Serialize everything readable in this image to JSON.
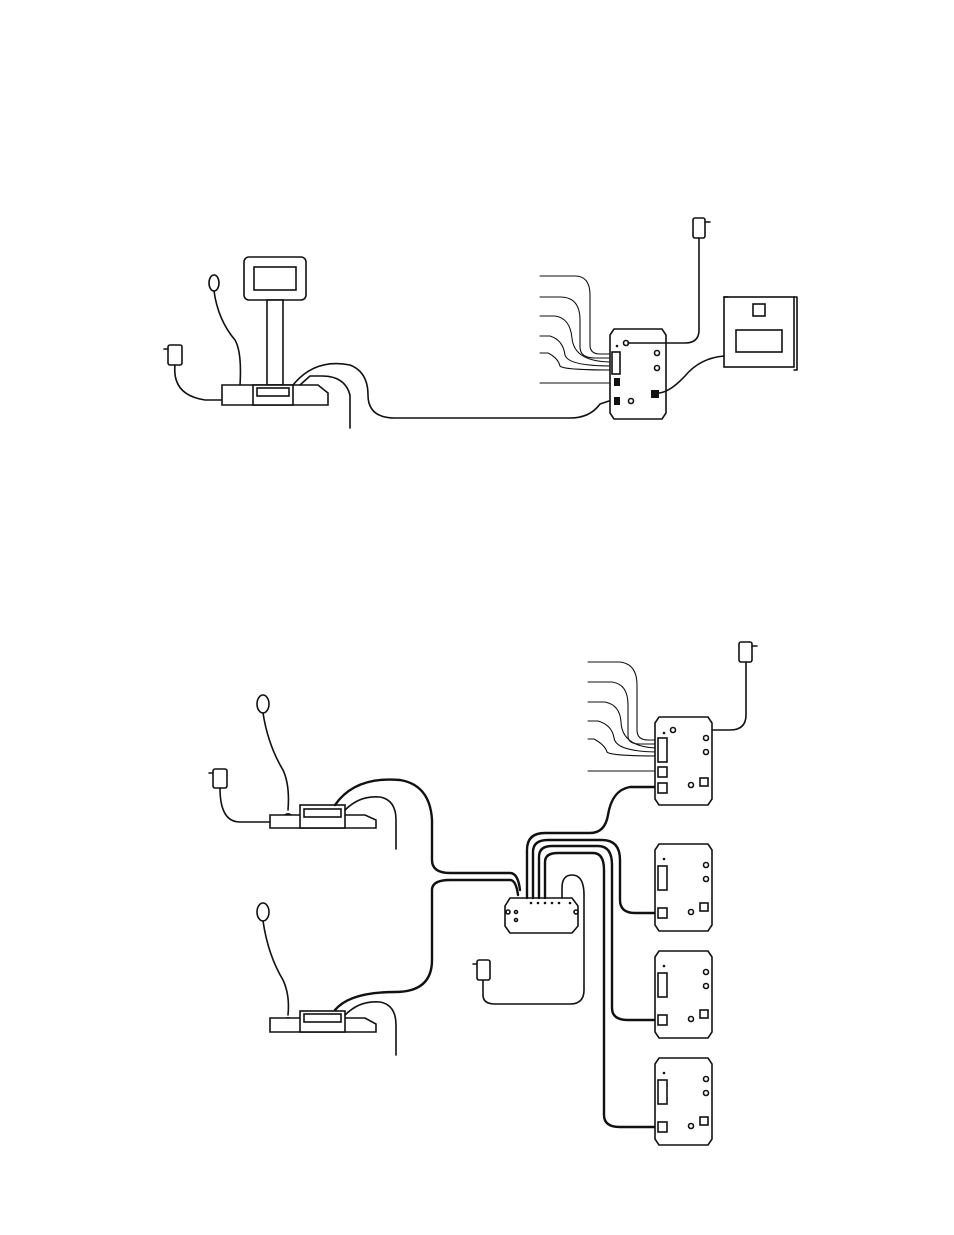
{
  "figures": [
    {
      "id": "single-station-system",
      "components": [
        "desktop-microphone",
        "stand-monitor",
        "power-adapter",
        "control-module",
        "power-adapter",
        "wall-panel"
      ]
    },
    {
      "id": "dual-station-system",
      "components": [
        "desktop-microphone",
        "desktop-microphone",
        "power-adapter",
        "power-adapter",
        "junction-box",
        "control-module",
        "control-module",
        "control-module",
        "control-module",
        "power-adapter"
      ]
    }
  ],
  "colors": {
    "line": "#111111",
    "background": "#ffffff"
  }
}
